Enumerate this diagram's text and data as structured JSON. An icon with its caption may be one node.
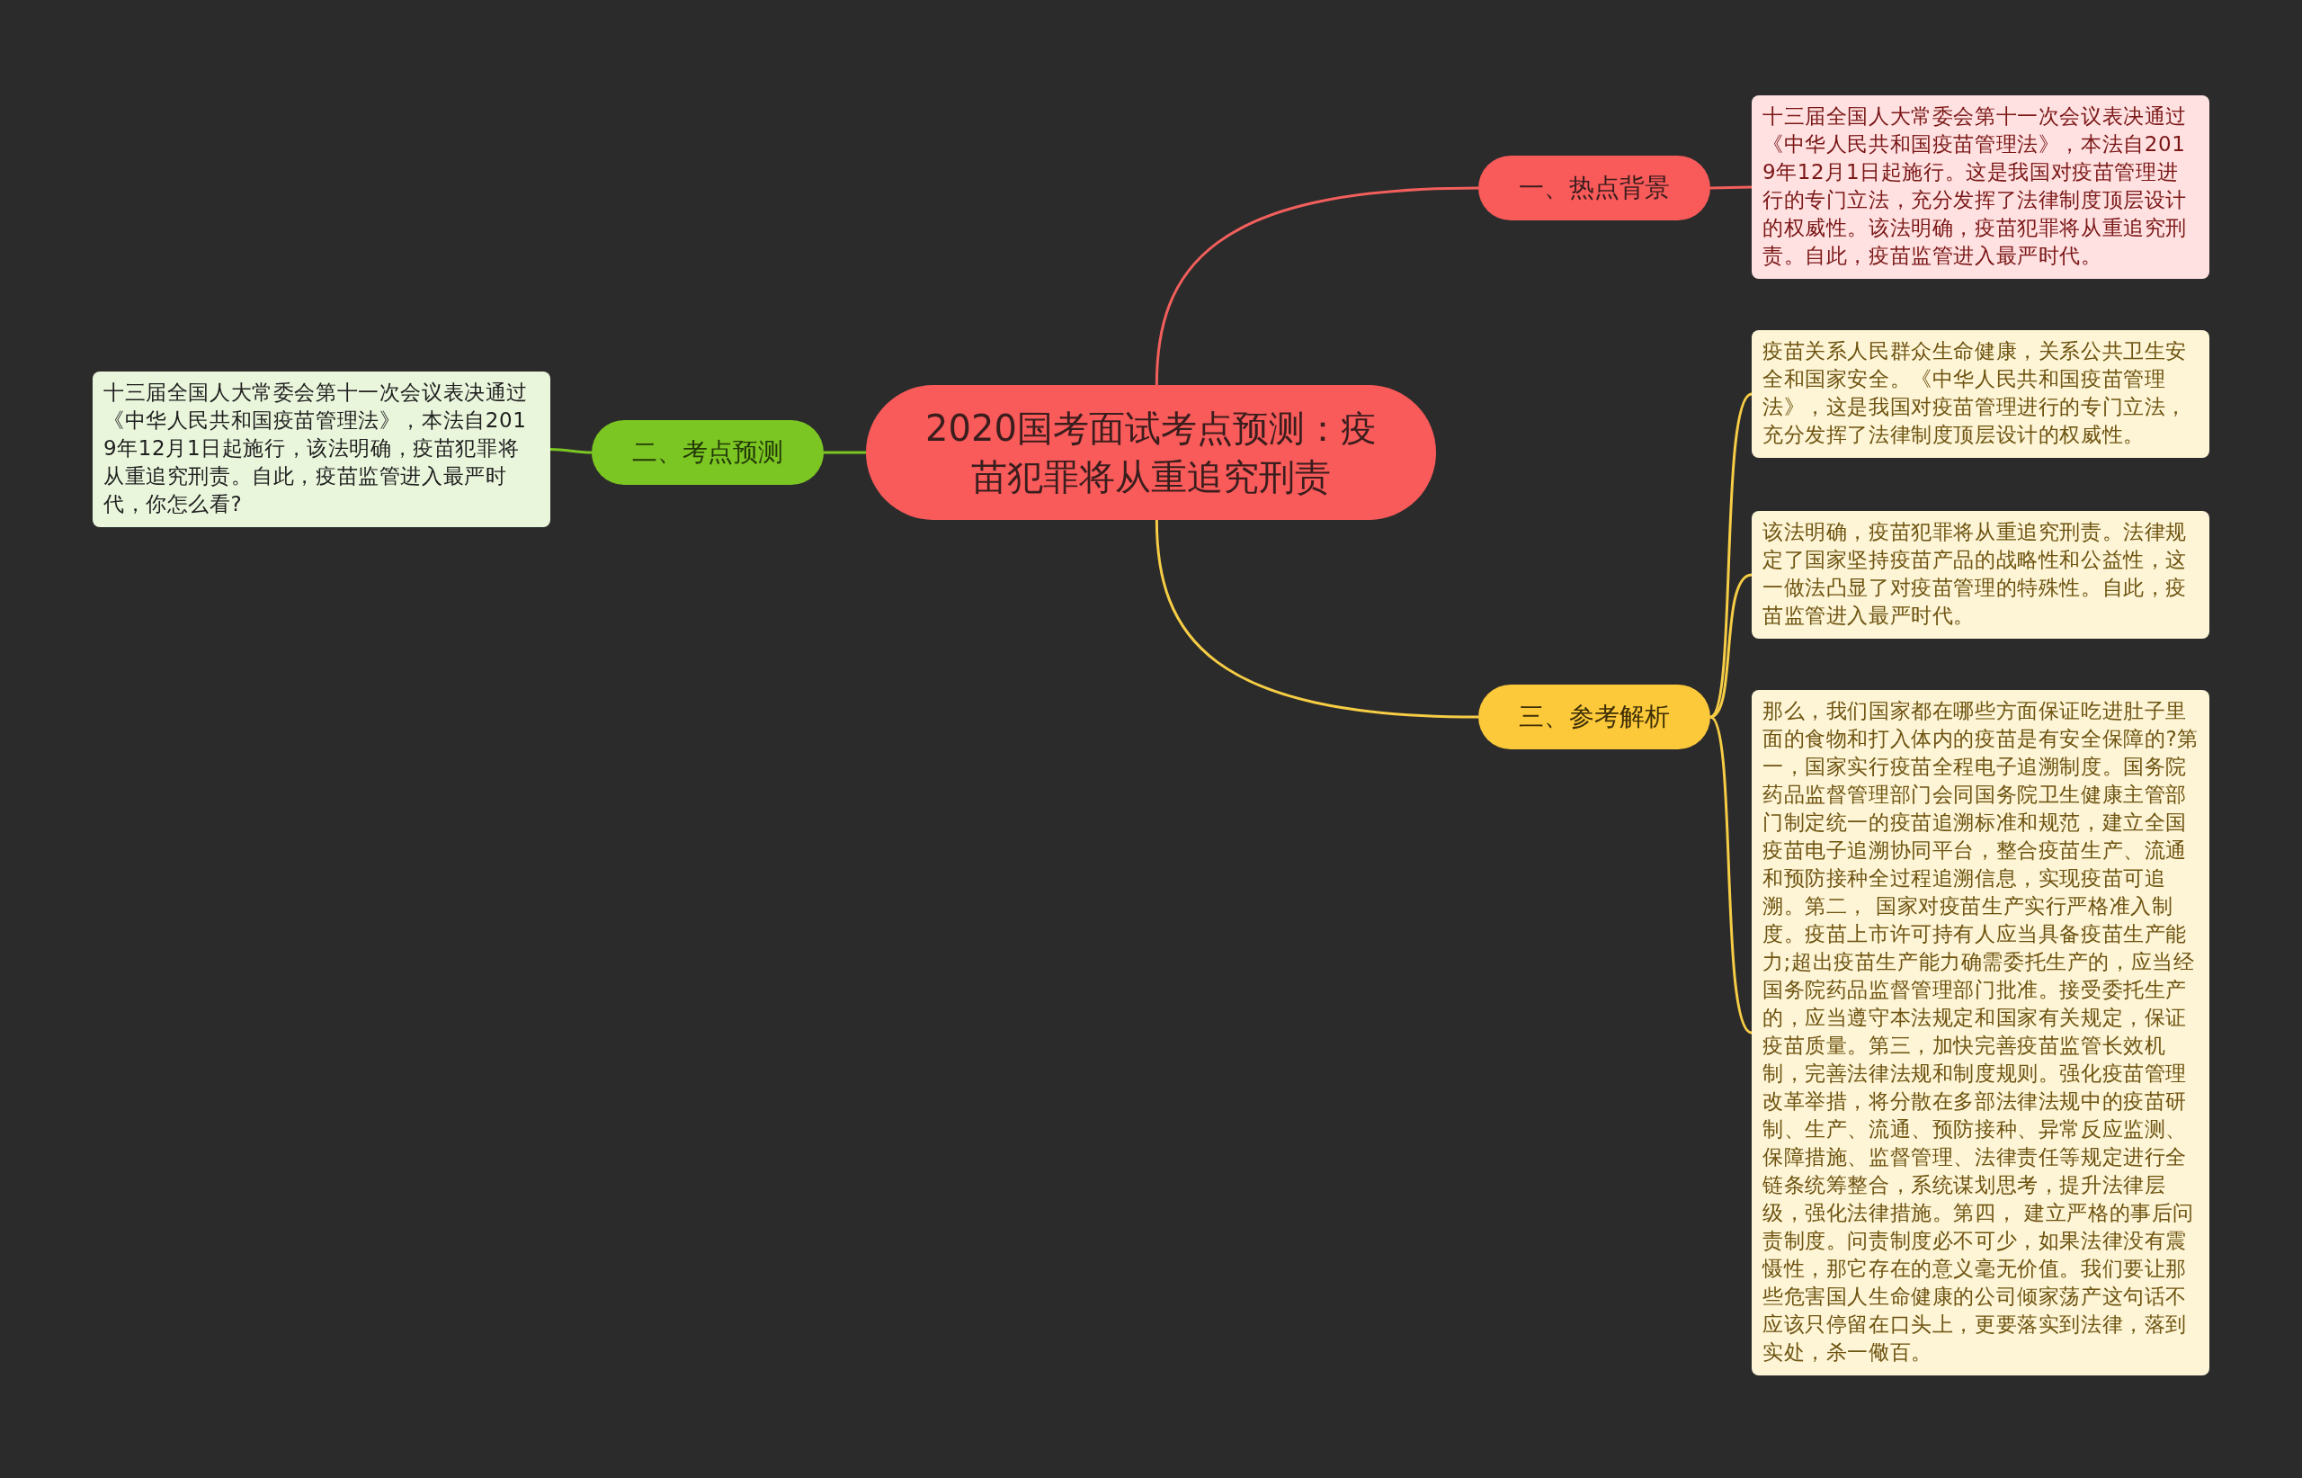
{
  "diagram": {
    "nodes": [
      {
        "text": [
          "2020国考面试考点预测：疫苗犯罪将从重追究刑责"
        ]
      },
      {
        "text": [
          "一、热点背景"
        ]
      },
      {
        "text": [
          "十三届全国人大常委会第十一次会议表决通过《中华人民共和国疫苗管理法》，本法自2019年12月1日起施行。这是我国对疫苗管理进行的专门立法，充分发挥了法律制度顶层设计的权威性。该法明确，疫苗犯罪将从重追究刑责。自此，疫苗监管进入最严时代。"
        ]
      },
      {
        "text": [
          "二、考点预测"
        ]
      },
      {
        "text": [
          "十三届全国人大常委会第十一次会议表决通过《中华人民共和国疫苗管理法》，本法自2019年12月1日起施行，该法明确，疫苗犯罪将从重追究刑责。自此，疫苗监管进入最严时代，你怎么看?"
        ]
      },
      {
        "text": [
          "三、参考解析"
        ]
      },
      {
        "text": [
          "疫苗关系人民群众生命健康，关系公共卫生安全和国家安全。《中华人民共和国疫苗管理法》，这是我国对疫苗管理进行的专门立法，充分发挥了法律制度顶层设计的权威性。"
        ]
      },
      {
        "text": [
          "该法明确，疫苗犯罪将从重追究刑责。法律规定了国家坚持疫苗产品的战略性和公益性，这一做法凸显了对疫苗管理的特殊性。自此，疫苗监管进入最严时代。"
        ]
      },
      {
        "text": [
          "那么，我们国家都在哪些方面保证吃进肚子里面的食物和打入体内的疫苗是有安全保障的?第一，国家实行疫苗全程电子追溯制度。国务院药品监督管理部门会同国务院卫生健康主管部门制定统一的疫苗追溯标准和规范，建立全国疫苗电子追溯协同平台，整合疫苗生产、流通和预防接种全过程追溯信息，实现疫苗可追溯。第二， 国家对疫苗生产实行严格准入制度。疫苗上市许可持有人应当具备疫苗生产能力;超出疫苗生产能力确需委托生产的，应当经国务院药品监督管理部门批准。接受委托生产的，应当遵守本法规定和国家有关规定，保证疫苗质量。第三，加快完善疫苗监管长效机制，完善法律法规和制度规则。强化疫苗管理改革举措，将分散在多部法律法规中的疫苗研制、生产、流通、预防接种、异常反应监测、保障措施、监督管理、法律责任等规定进行全链条统筹整合，系统谋划思考，提升法律层级，强化法律措施。第四， 建立严格的事后问责制度。问责制度必不可少，如果法律没有震慑性，那它存在的意义毫无价值。我们要让那些危害国人生命健康的公司倾家荡产这句话不应该只停留在口头上，更要落实到法律，落到实处，杀一儆百。"
        ]
      }
    ],
    "edges": [
      {
        "from": 0,
        "to": 1,
        "arrow": "none",
        "color": "#f25f5c"
      },
      {
        "from": 1,
        "to": 2,
        "arrow": "none",
        "color": "#f25f5c"
      },
      {
        "from": 0,
        "to": 3,
        "arrow": "none",
        "color": "#7cc623"
      },
      {
        "from": 3,
        "to": 4,
        "arrow": "none",
        "color": "#7cc623"
      },
      {
        "from": 0,
        "to": 5,
        "arrow": "none"
      },
      {
        "from": 5,
        "to": 6,
        "arrow": "none"
      },
      {
        "from": 5,
        "to": 7,
        "arrow": "none"
      },
      {
        "from": 5,
        "to": 8,
        "arrow": "none"
      }
    ]
  }
}
